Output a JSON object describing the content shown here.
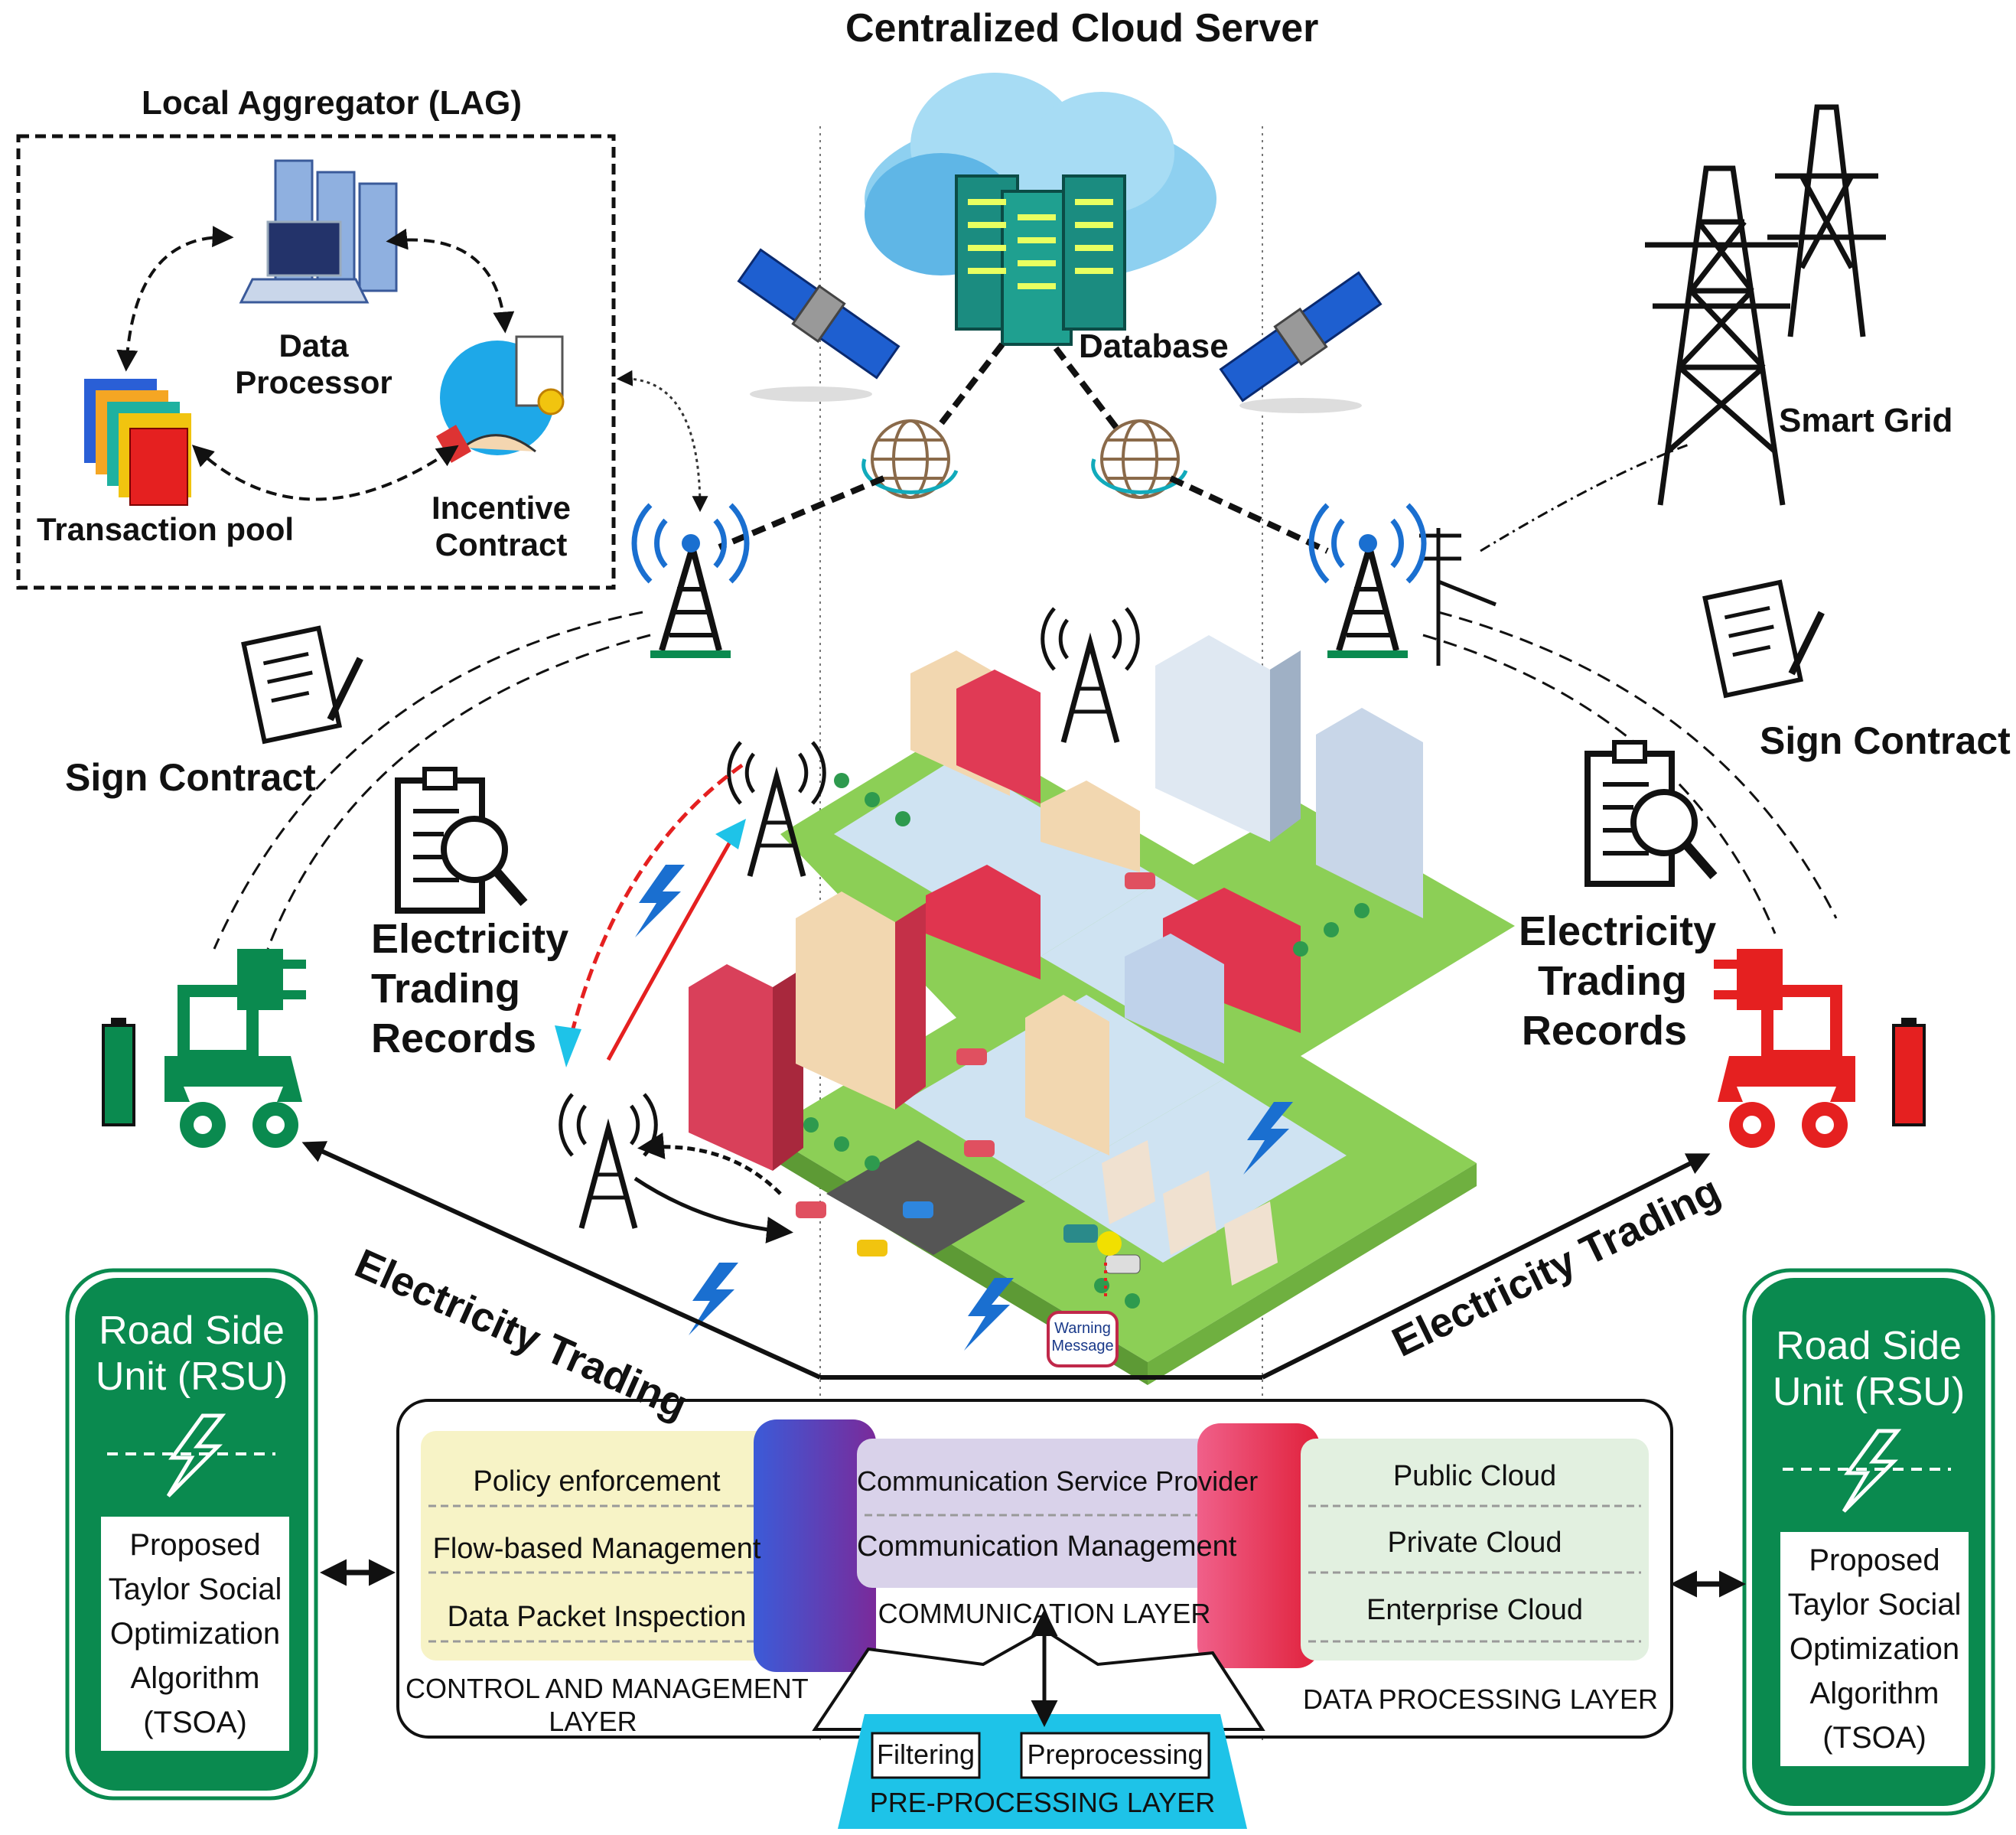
{
  "cloud": {
    "title": "Centralized Cloud Server",
    "database_label": "Database"
  },
  "lag": {
    "title": "Local Aggregator (LAG)",
    "data_processor": "Data\nProcessor",
    "transaction_pool": "Transaction pool",
    "incentive_contract": "Incentive\nContract"
  },
  "smart_grid": "Smart Grid",
  "left": {
    "sign_contract": "Sign Contract",
    "records": "Electricity\nTrading\nRecords",
    "trading": "Electricity Trading"
  },
  "right": {
    "sign_contract": "Sign Contract",
    "records": "Electricity\nTrading\nRecords",
    "trading": "Electricity Trading"
  },
  "city": {
    "warning": "Warning\nMessage"
  },
  "rsu_left": {
    "title": "Road Side\nUnit (RSU)",
    "algo": "Proposed\nTaylor Social\nOptimization\nAlgorithm\n(TSOA)"
  },
  "rsu_right": {
    "title": "Road Side\nUnit (RSU)",
    "algo": "Proposed\nTaylor Social\nOptimization\nAlgorithm\n(TSOA)"
  },
  "layers": {
    "control": {
      "name": "CONTROL AND MANAGEMENT\nLAYER",
      "items": [
        "Policy enforcement",
        "Flow-based Management",
        "Data Packet Inspection"
      ]
    },
    "communication": {
      "name": "COMMUNICATION LAYER",
      "items": [
        "Communication Service Provider",
        "Communication Management"
      ]
    },
    "data_processing": {
      "name": "DATA PROCESSING LAYER",
      "items": [
        "Public Cloud",
        "Private Cloud",
        "Enterprise Cloud"
      ]
    },
    "preprocessing": {
      "name": "PRE-PROCESSING LAYER",
      "items": [
        "Filtering",
        "Preprocessing"
      ]
    }
  },
  "colors": {
    "green": "#0a8a4f",
    "red": "#e52020",
    "cyan": "#1ec3e8",
    "blue": "#1a6fd0",
    "control_bg": "#f7f3c6",
    "comm_bg": "#d9d2ea",
    "data_bg": "#e2f0e0",
    "ground": "#8ccf56",
    "road": "#cfe3f2"
  }
}
